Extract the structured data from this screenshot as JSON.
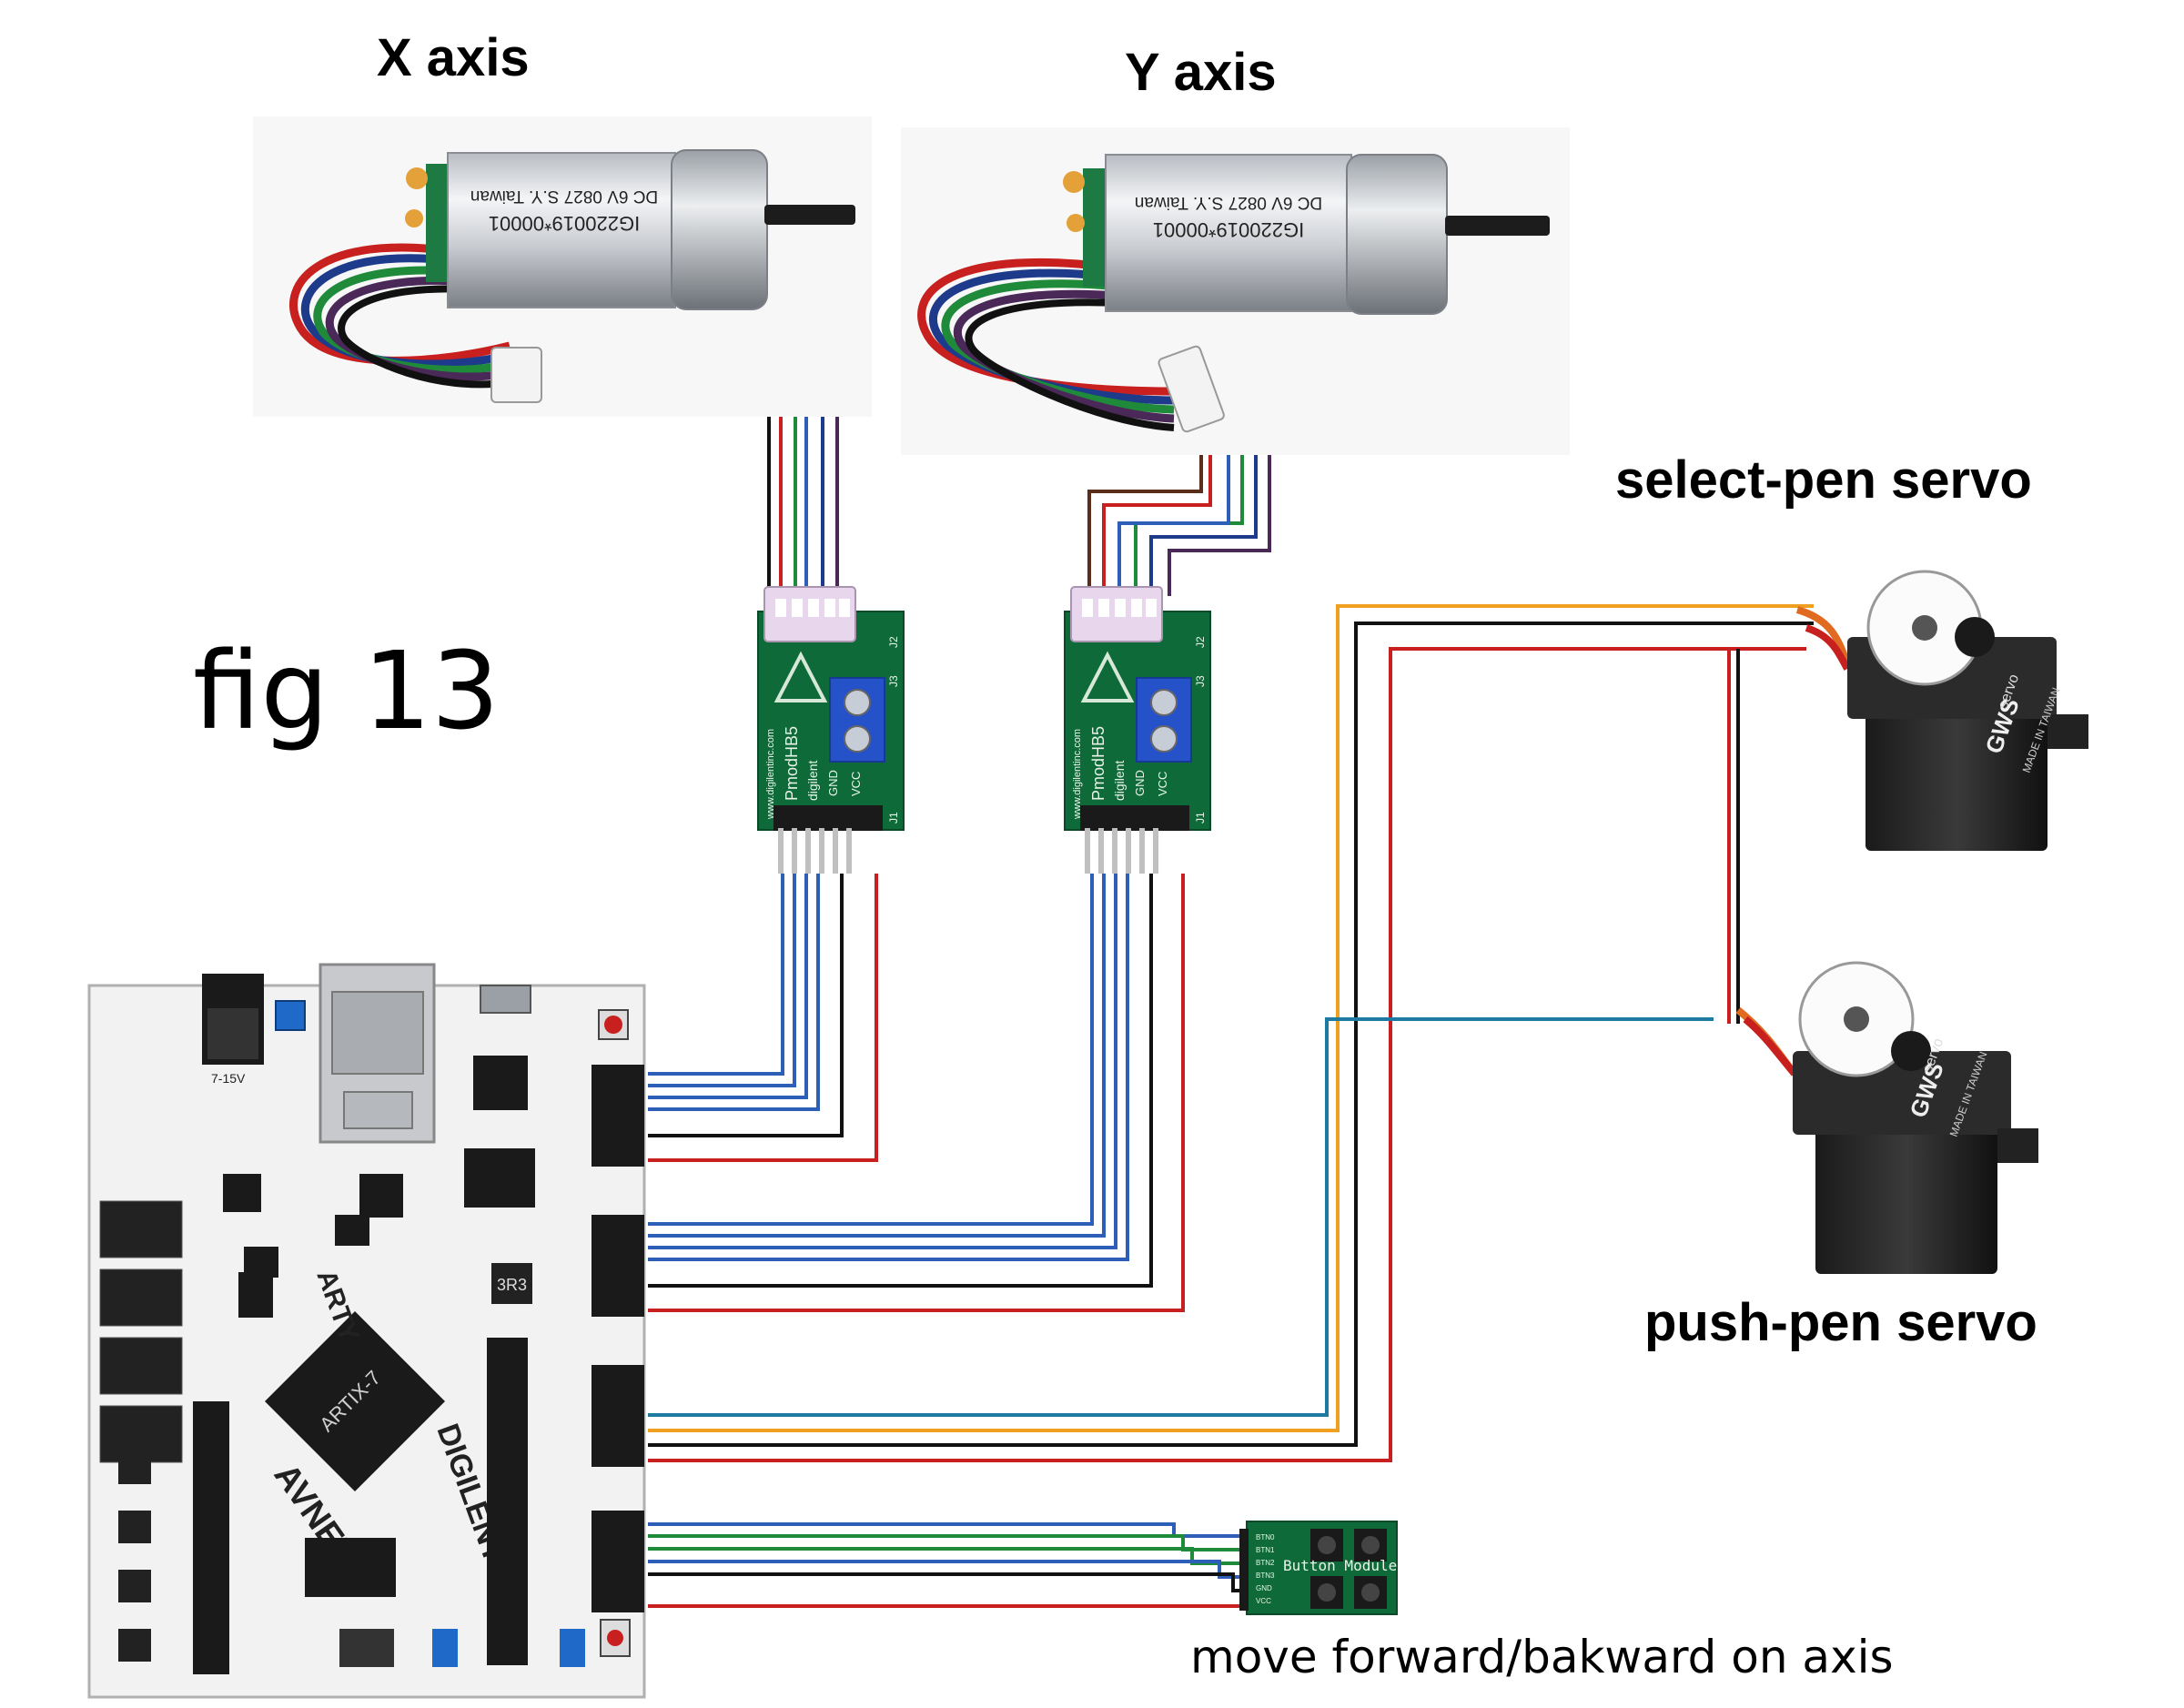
{
  "labels": {
    "x_axis": "X axis",
    "y_axis": "Y axis",
    "figure": "fig 13",
    "select_servo": "select-pen servo",
    "push_servo": "push-pen servo",
    "buttons": "move forward/bakward on axis"
  },
  "motor_text": {
    "line1": "IG220019*00001",
    "line2": "DC 6V 0827 S.Y. Taiwan"
  },
  "pmod_text": {
    "name": "PmodHB5",
    "brand": "digilent",
    "url": "www.digilentinc.com",
    "j1": "J1",
    "j2": "J2",
    "j3": "J3",
    "gnd": "GND",
    "vcc": "VCC"
  },
  "board_text": {
    "brand": "DIGILENT",
    "model": "ARTY",
    "chip": "ARTIX-7",
    "maker": "AVNET",
    "power": "7-15V",
    "ic": "3R3"
  },
  "servo_text": {
    "brand": "GWS",
    "sub": "servo",
    "origin": "MADE IN TAIWAN"
  },
  "button_module_text": {
    "title": "Button Module",
    "pins": [
      "BTN0",
      "BTN1",
      "BTN2",
      "BTN3",
      "GND",
      "VCC"
    ]
  },
  "colors": {
    "wire_blue": "#2d5fb8",
    "wire_black": "#111111",
    "wire_red": "#c8201e",
    "wire_green": "#1e8a3a",
    "wire_brown": "#5a2e1a",
    "wire_purple": "#4a2858",
    "wire_navy": "#1e3a8a",
    "wire_orange": "#f0a020",
    "wire_teal": "#1e7aa0",
    "pcb_green": "#0f6a3a",
    "connector_pink": "#e8d7ec"
  }
}
